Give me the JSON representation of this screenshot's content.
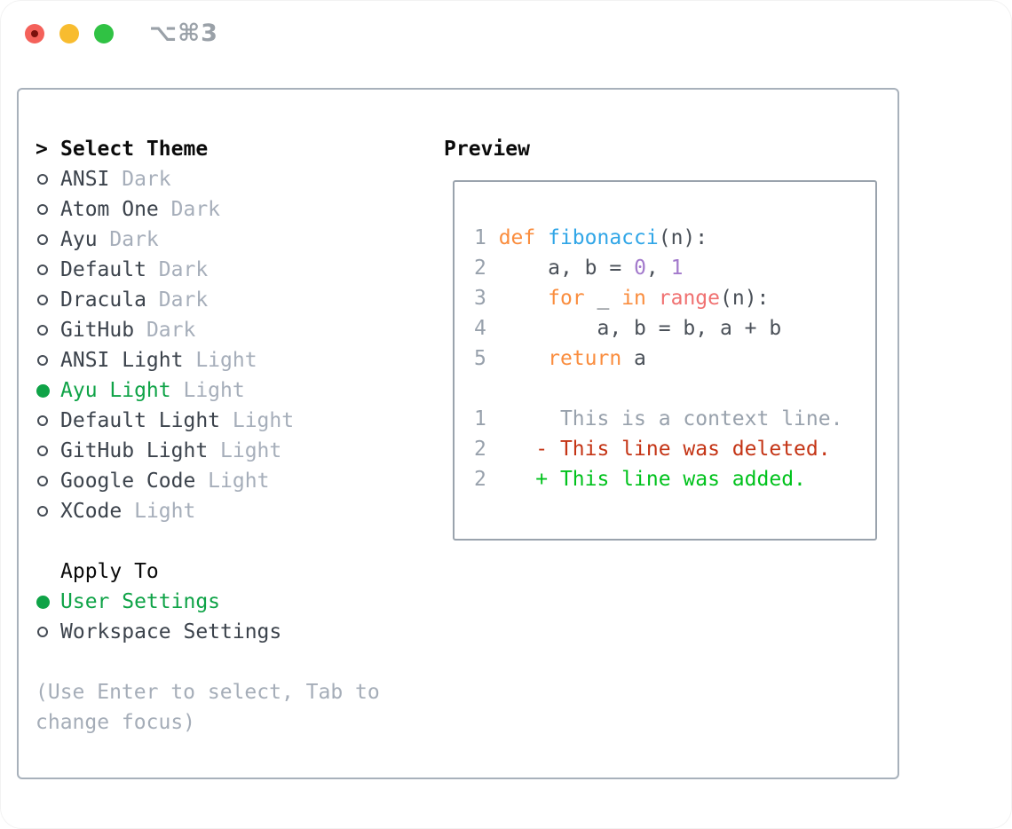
{
  "window": {
    "shortcut": "⌥⌘3",
    "traffic_lights": [
      "close",
      "minimize",
      "zoom"
    ]
  },
  "colors": {
    "accent_green": "#0fa347",
    "diff_added_green": "#00c21c",
    "diff_deleted_red": "#c43415",
    "keyword_orange": "#fa8d3e",
    "function_blue": "#31a6e7",
    "number_purple": "#a37acc",
    "builtin_coral": "#f07171",
    "muted_gray": "#a6aeba",
    "text_dark": "#3c434c"
  },
  "theme_list": {
    "cursor": ">",
    "title": "Select Theme",
    "items": [
      {
        "label": "ANSI",
        "variant": "Dark",
        "selected": false
      },
      {
        "label": "Atom One",
        "variant": "Dark",
        "selected": false
      },
      {
        "label": "Ayu",
        "variant": "Dark",
        "selected": false
      },
      {
        "label": "Default",
        "variant": "Dark",
        "selected": false
      },
      {
        "label": "Dracula",
        "variant": "Dark",
        "selected": false
      },
      {
        "label": "GitHub",
        "variant": "Dark",
        "selected": false
      },
      {
        "label": "ANSI Light",
        "variant": "Light",
        "selected": false
      },
      {
        "label": "Ayu Light",
        "variant": "Light",
        "selected": true
      },
      {
        "label": "Default Light",
        "variant": "Light",
        "selected": false
      },
      {
        "label": "GitHub Light",
        "variant": "Light",
        "selected": false
      },
      {
        "label": "Google Code",
        "variant": "Light",
        "selected": false
      },
      {
        "label": "XCode",
        "variant": "Light",
        "selected": false
      }
    ]
  },
  "apply_to": {
    "title": "Apply To",
    "options": [
      {
        "label": "User Settings",
        "selected": true
      },
      {
        "label": "Workspace Settings",
        "selected": false
      }
    ]
  },
  "help": {
    "lines": [
      "(Use Enter to select, Tab to",
      "change focus)"
    ]
  },
  "preview": {
    "title": "Preview",
    "lines": [
      {
        "segs": [
          [
            "1 ",
            "ln"
          ],
          [
            "def ",
            "kw"
          ],
          [
            "fibonacci",
            "fn"
          ],
          [
            "(n):",
            "df"
          ]
        ]
      },
      {
        "segs": [
          [
            "2 ",
            "ln"
          ],
          [
            "    ",
            "df"
          ],
          [
            "a",
            "df"
          ],
          [
            ", ",
            "df"
          ],
          [
            "b",
            "df"
          ],
          [
            " = ",
            "df"
          ],
          [
            "0",
            "num"
          ],
          [
            ", ",
            "df"
          ],
          [
            "1",
            "num"
          ]
        ]
      },
      {
        "segs": [
          [
            "3 ",
            "ln"
          ],
          [
            "    ",
            "df"
          ],
          [
            "for",
            "kw"
          ],
          [
            " _ ",
            "df"
          ],
          [
            "in",
            "kw"
          ],
          [
            " ",
            "df"
          ],
          [
            "range",
            "bi"
          ],
          [
            "(n):",
            "df"
          ]
        ]
      },
      {
        "segs": [
          [
            "4 ",
            "ln"
          ],
          [
            "        a, b = b, a + b",
            "df"
          ]
        ]
      },
      {
        "segs": [
          [
            "5 ",
            "ln"
          ],
          [
            "    ",
            "df"
          ],
          [
            "return",
            "kw"
          ],
          [
            " a",
            "df"
          ]
        ]
      },
      {
        "segs": []
      },
      {
        "segs": [
          [
            "1 ",
            "ln"
          ],
          [
            "     This is a context line.",
            "ctx"
          ]
        ]
      },
      {
        "segs": [
          [
            "2 ",
            "ln"
          ],
          [
            "   - This line was deleted.",
            "del"
          ]
        ]
      },
      {
        "segs": [
          [
            "2 ",
            "ln"
          ],
          [
            "   + This line was added.",
            "add"
          ]
        ]
      }
    ]
  }
}
